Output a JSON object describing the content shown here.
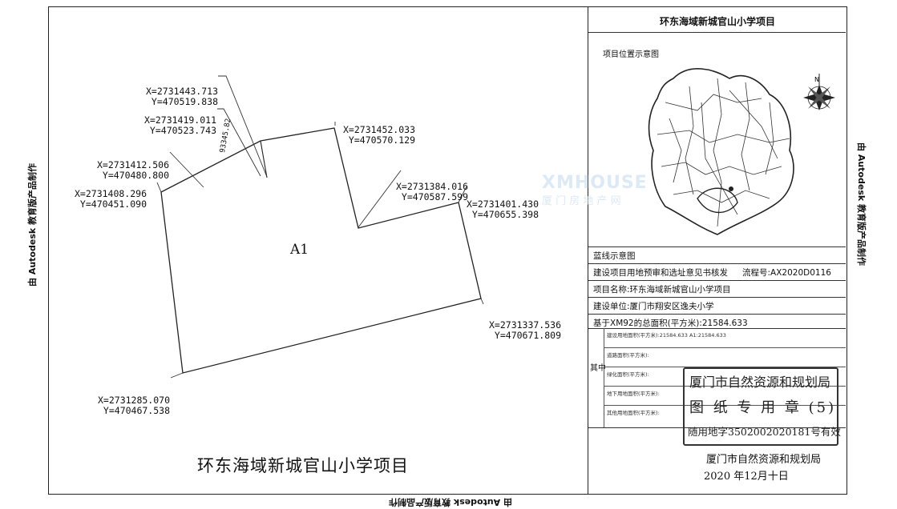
{
  "side_labels": {
    "left": "由 Autodesk 教育版产品制作",
    "right": "由 Autodesk 教育版产品制作",
    "bottom": "由 Autodesk 教育版产品制作"
  },
  "plan": {
    "parcel_label": "A1",
    "dimension_label": "93345.82",
    "footer_title": "环东海域新城官山小学项目",
    "coordinates": [
      {
        "x": "X=2731443.713",
        "y": "Y=470519.838"
      },
      {
        "x": "X=2731419.011",
        "y": "Y=470523.743"
      },
      {
        "x": "X=2731452.033",
        "y": "Y=470570.129"
      },
      {
        "x": "X=2731412.506",
        "y": "Y=470480.800"
      },
      {
        "x": "X=2731408.296",
        "y": "Y=470451.090"
      },
      {
        "x": "X=2731384.016",
        "y": "Y=470587.599"
      },
      {
        "x": "X=2731401.430",
        "y": "Y=470655.398"
      },
      {
        "x": "X=2731337.536",
        "y": "Y=470671.809"
      },
      {
        "x": "X=2731285.070",
        "y": "Y=470467.538"
      }
    ]
  },
  "panel": {
    "title": "环东海域新城官山小学项目",
    "location_caption": "项目位置示意图",
    "watermark": {
      "brand": "XMHOUSE",
      "sub": "厦 门 房 地 产 网"
    },
    "redline_caption": "蓝线示意图",
    "review_label": "建设项目用地预审和选址意见书核发",
    "process_no": "流程号:AX2020D0116",
    "project_name": "项目名称:环东海域新城官山小学项目",
    "builder": "建设单位:厦门市翔安区逸夫小学",
    "total_area": "基于XM92的总面积(平方米):21584.633",
    "of_which": "其中",
    "sub_rows": [
      "建设用地面积(平方米):21584.633 A1:21584.633",
      "道路面积(平方米):",
      "绿化面积(平方米):",
      "地下用地面积(平方米):",
      "其他用地面积(平方米):"
    ],
    "stamp": {
      "line1": "厦门市自然资源和规划局",
      "line2": "图 纸 专 用 章 (5)",
      "line3": "随用地字3502002020181号有效"
    },
    "authority": "厦门市自然资源和规划局",
    "date": "2020 年12月十日"
  }
}
